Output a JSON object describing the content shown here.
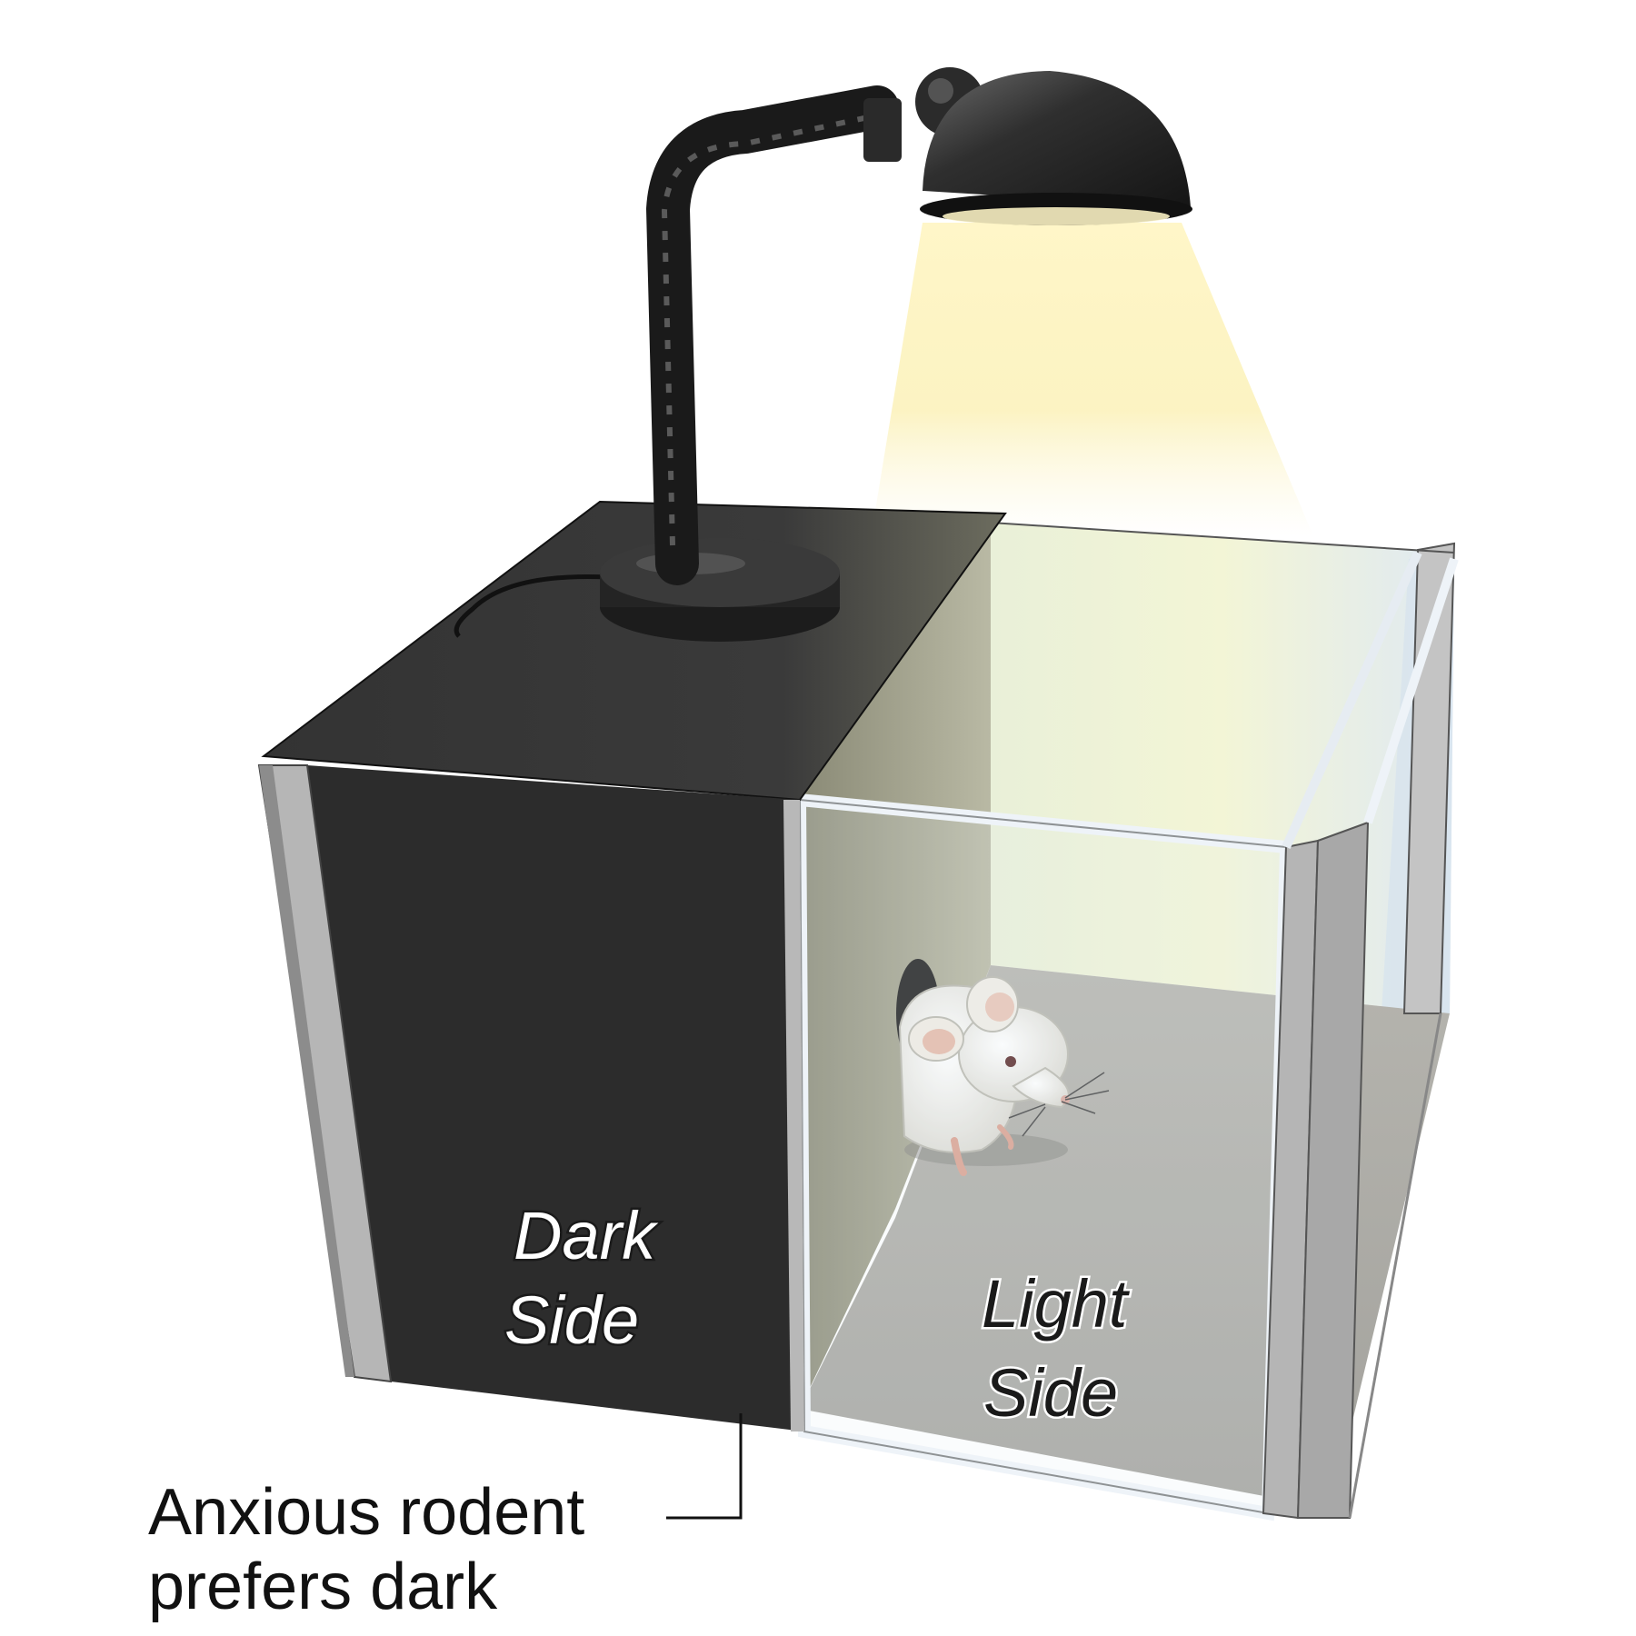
{
  "labels": {
    "dark_side_line1": "Dark",
    "dark_side_line2": "Side",
    "light_side_line1": "Light",
    "light_side_line2": "Side",
    "callout_line1": "Anxious rodent",
    "callout_line2": "prefers dark"
  },
  "colors": {
    "dark_compartment": "#2c2c2c",
    "light_floor": "#a9a8a3",
    "frame": "#b8b8b8",
    "lamp": "#2a2a2a",
    "light_beam": "#fff3b0"
  },
  "icons": [
    "desk-lamp-icon",
    "mouse-icon"
  ]
}
